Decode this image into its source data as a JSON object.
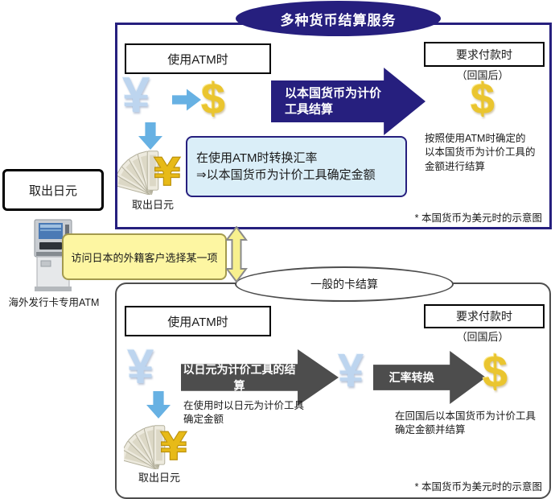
{
  "colors": {
    "navy": "#261f7e",
    "lightblue": "#67b1e3",
    "yen": "#bdd5ef",
    "gold": "#eac52f",
    "infobg": "#daeef8",
    "yellowbg": "#fdf6a2",
    "yellowborder": "#a39a4e",
    "gray": "#4d4d4d"
  },
  "header": {
    "title": "多种货币结算服务"
  },
  "top_panel": {
    "atm_time_label": "使用ATM时",
    "payment_request_label": "要求付款时",
    "after_return_label": "（回国后）",
    "yen_symbol": "¥",
    "dollar_symbol": "$",
    "main_arrow_line1": "以本国货币为计价",
    "main_arrow_line2": "工具结算",
    "info_box_line1": "在使用ATM时转换汇率",
    "info_box_line2": "⇒以本国货币为计价工具确定金额",
    "withdraw_caption": "取出日元",
    "settlement_note_line1": "按照使用ATM时确定的",
    "settlement_note_line2": "以本国货币为计价工具的",
    "settlement_note_line3": "金额进行结算",
    "footnote": "* 本国货币为美元时的示意图"
  },
  "left_column": {
    "withdraw_box_label": "取出日元",
    "atm_caption": "海外发行卡专用ATM",
    "choice_box_label": "访问日本的外籍客户选择某一项"
  },
  "bottom_panel": {
    "title": "一般的卡结算",
    "atm_time_label": "使用ATM时",
    "payment_request_label": "要求付款时",
    "after_return_label": "（回国后）",
    "yen_symbol": "¥",
    "dollar_symbol": "$",
    "arrow1_label": "以日元为计价工具的结算",
    "arrow2_label": "汇率转换",
    "usage_note_line1": "在使用时以日元为计价工具",
    "usage_note_line2": "确定金额",
    "withdraw_caption": "取出日元",
    "return_note_line1": "在回国后以本国货币为计价工具",
    "return_note_line2": "确定金额并结算",
    "footnote": "* 本国货币为美元时的示意图"
  }
}
